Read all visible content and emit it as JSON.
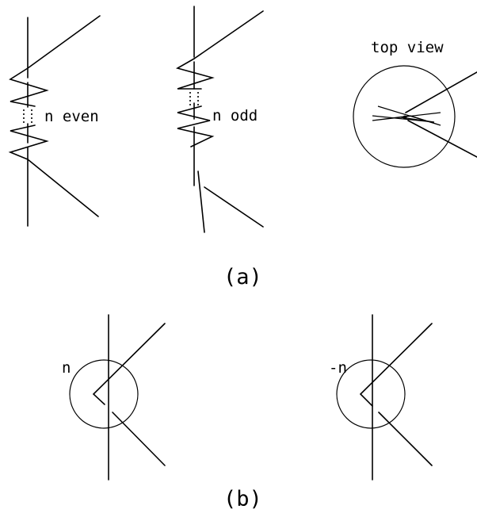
{
  "labels": {
    "n_even": "n even",
    "n_odd": "n odd",
    "top_view": "top view",
    "caption_a": "(a)",
    "caption_b": "(b)",
    "crossing_positive": "n",
    "crossing_negative": "-n"
  }
}
